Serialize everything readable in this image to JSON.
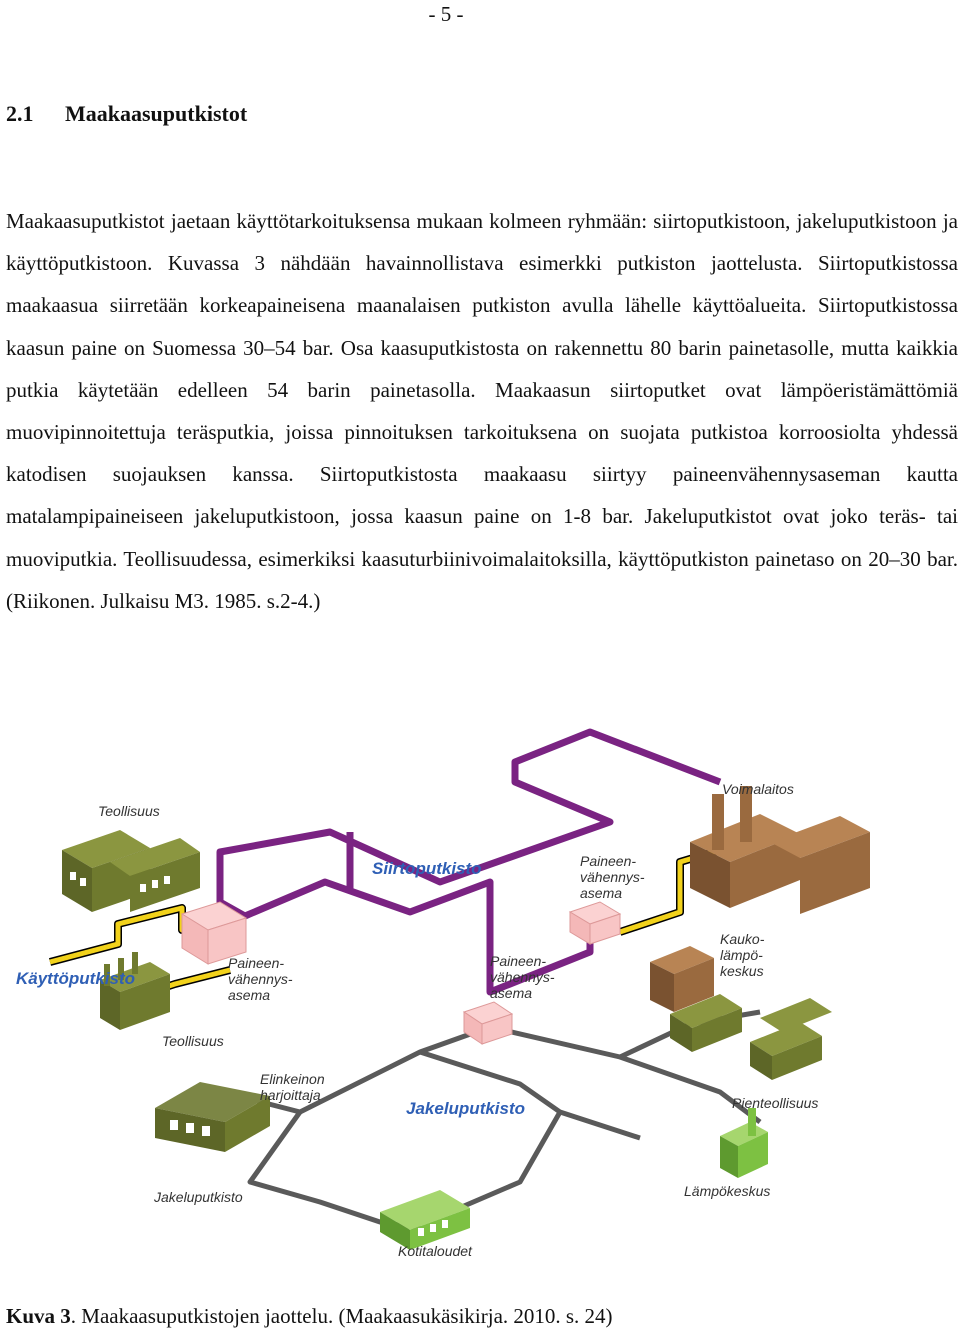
{
  "page_number": "- 5 -",
  "section": {
    "number": "2.1",
    "title": "Maakaasuputkistot"
  },
  "paragraph": "Maakaasuputkistot jaetaan käyttötarkoituksensa mukaan kolmeen ryhmään: siirtoputkistoon, jakeluputkistoon ja käyttöputkistoon. Kuvassa 3 nähdään havainnollistava esimerkki putkiston jaottelusta. Siirtoputkistossa maakaasua siirretään korkeapaineisena maanalaisen putkiston avulla lähelle käyttöalueita. Siirtoputkistossa kaasun paine on Suomessa 30–54 bar. Osa kaasuputkistosta on rakennettu 80 barin painetasolle, mutta kaikkia putkia käytetään edelleen 54 barin painetasolla. Maakaasun siirtoputket ovat lämpöeristämättömiä muovipinnoitettuja teräsputkia, joissa pinnoituksen tarkoituksena on suojata putkistoa korroosiolta yhdessä katodisen suojauksen kanssa. Siirtoputkistosta maakaasu siirtyy paineenvähennysaseman kautta matalampipaineiseen jakeluputkistoon, jossa kaasun paine on 1-8 bar. Jakeluputkistot ovat joko teräs- tai muoviputkia. Teollisuudessa, esimerkiksi kaasuturbiinivoimalaitoksilla, käyttöputkiston painetaso on 20–30 bar. (Riikonen. Julkaisu M3. 1985. s.2-4.)",
  "figure": {
    "labels": {
      "teollisuus_top": "Teollisuus",
      "voimalaitos": "Voimalaitos",
      "siirtoputkisto": "Siirtoputkisto",
      "paineen_right_1": "Paineen-",
      "paineen_right_2": "vähennys-",
      "paineen_right_3": "asema",
      "paineen_left_1": "Paineen-",
      "paineen_left_2": "vähennys-",
      "paineen_left_3": "asema",
      "paineen_mid_1": "Paineen-",
      "paineen_mid_2": "vähennys-",
      "paineen_mid_3": "asema",
      "kauko_1": "Kauko-",
      "kauko_2": "lämpö-",
      "kauko_3": "keskus",
      "kayttoputkisto": "Käyttöputkisto",
      "teollisuus_bottom": "Teollisuus",
      "elinkeinon_1": "Elinkeinon",
      "elinkeinon_2": "harjoittaja",
      "jakeluputkisto_center": "Jakeluputkisto",
      "pienteollisuus": "Pienteollisuus",
      "lampokeskus": "Lämpökeskus",
      "jakeluputkisto_left": "Jakeluputkisto",
      "kotitaloudet": "Kotitaloudet"
    },
    "colors": {
      "transmission_pipe": "#7a2382",
      "distribution_pipe": "#5a5a5a",
      "service_pipe": "#f2d21b",
      "industry_green": "#6f7a2e",
      "power_brown": "#9a6a3f",
      "station_pink": "#f4b8b8",
      "small_green": "#7dc142"
    }
  },
  "caption": {
    "label": "Kuva 3",
    "text": ". Maakaasuputkistojen jaottelu. (Maakaasukäsikirja. 2010. s. 24)"
  }
}
